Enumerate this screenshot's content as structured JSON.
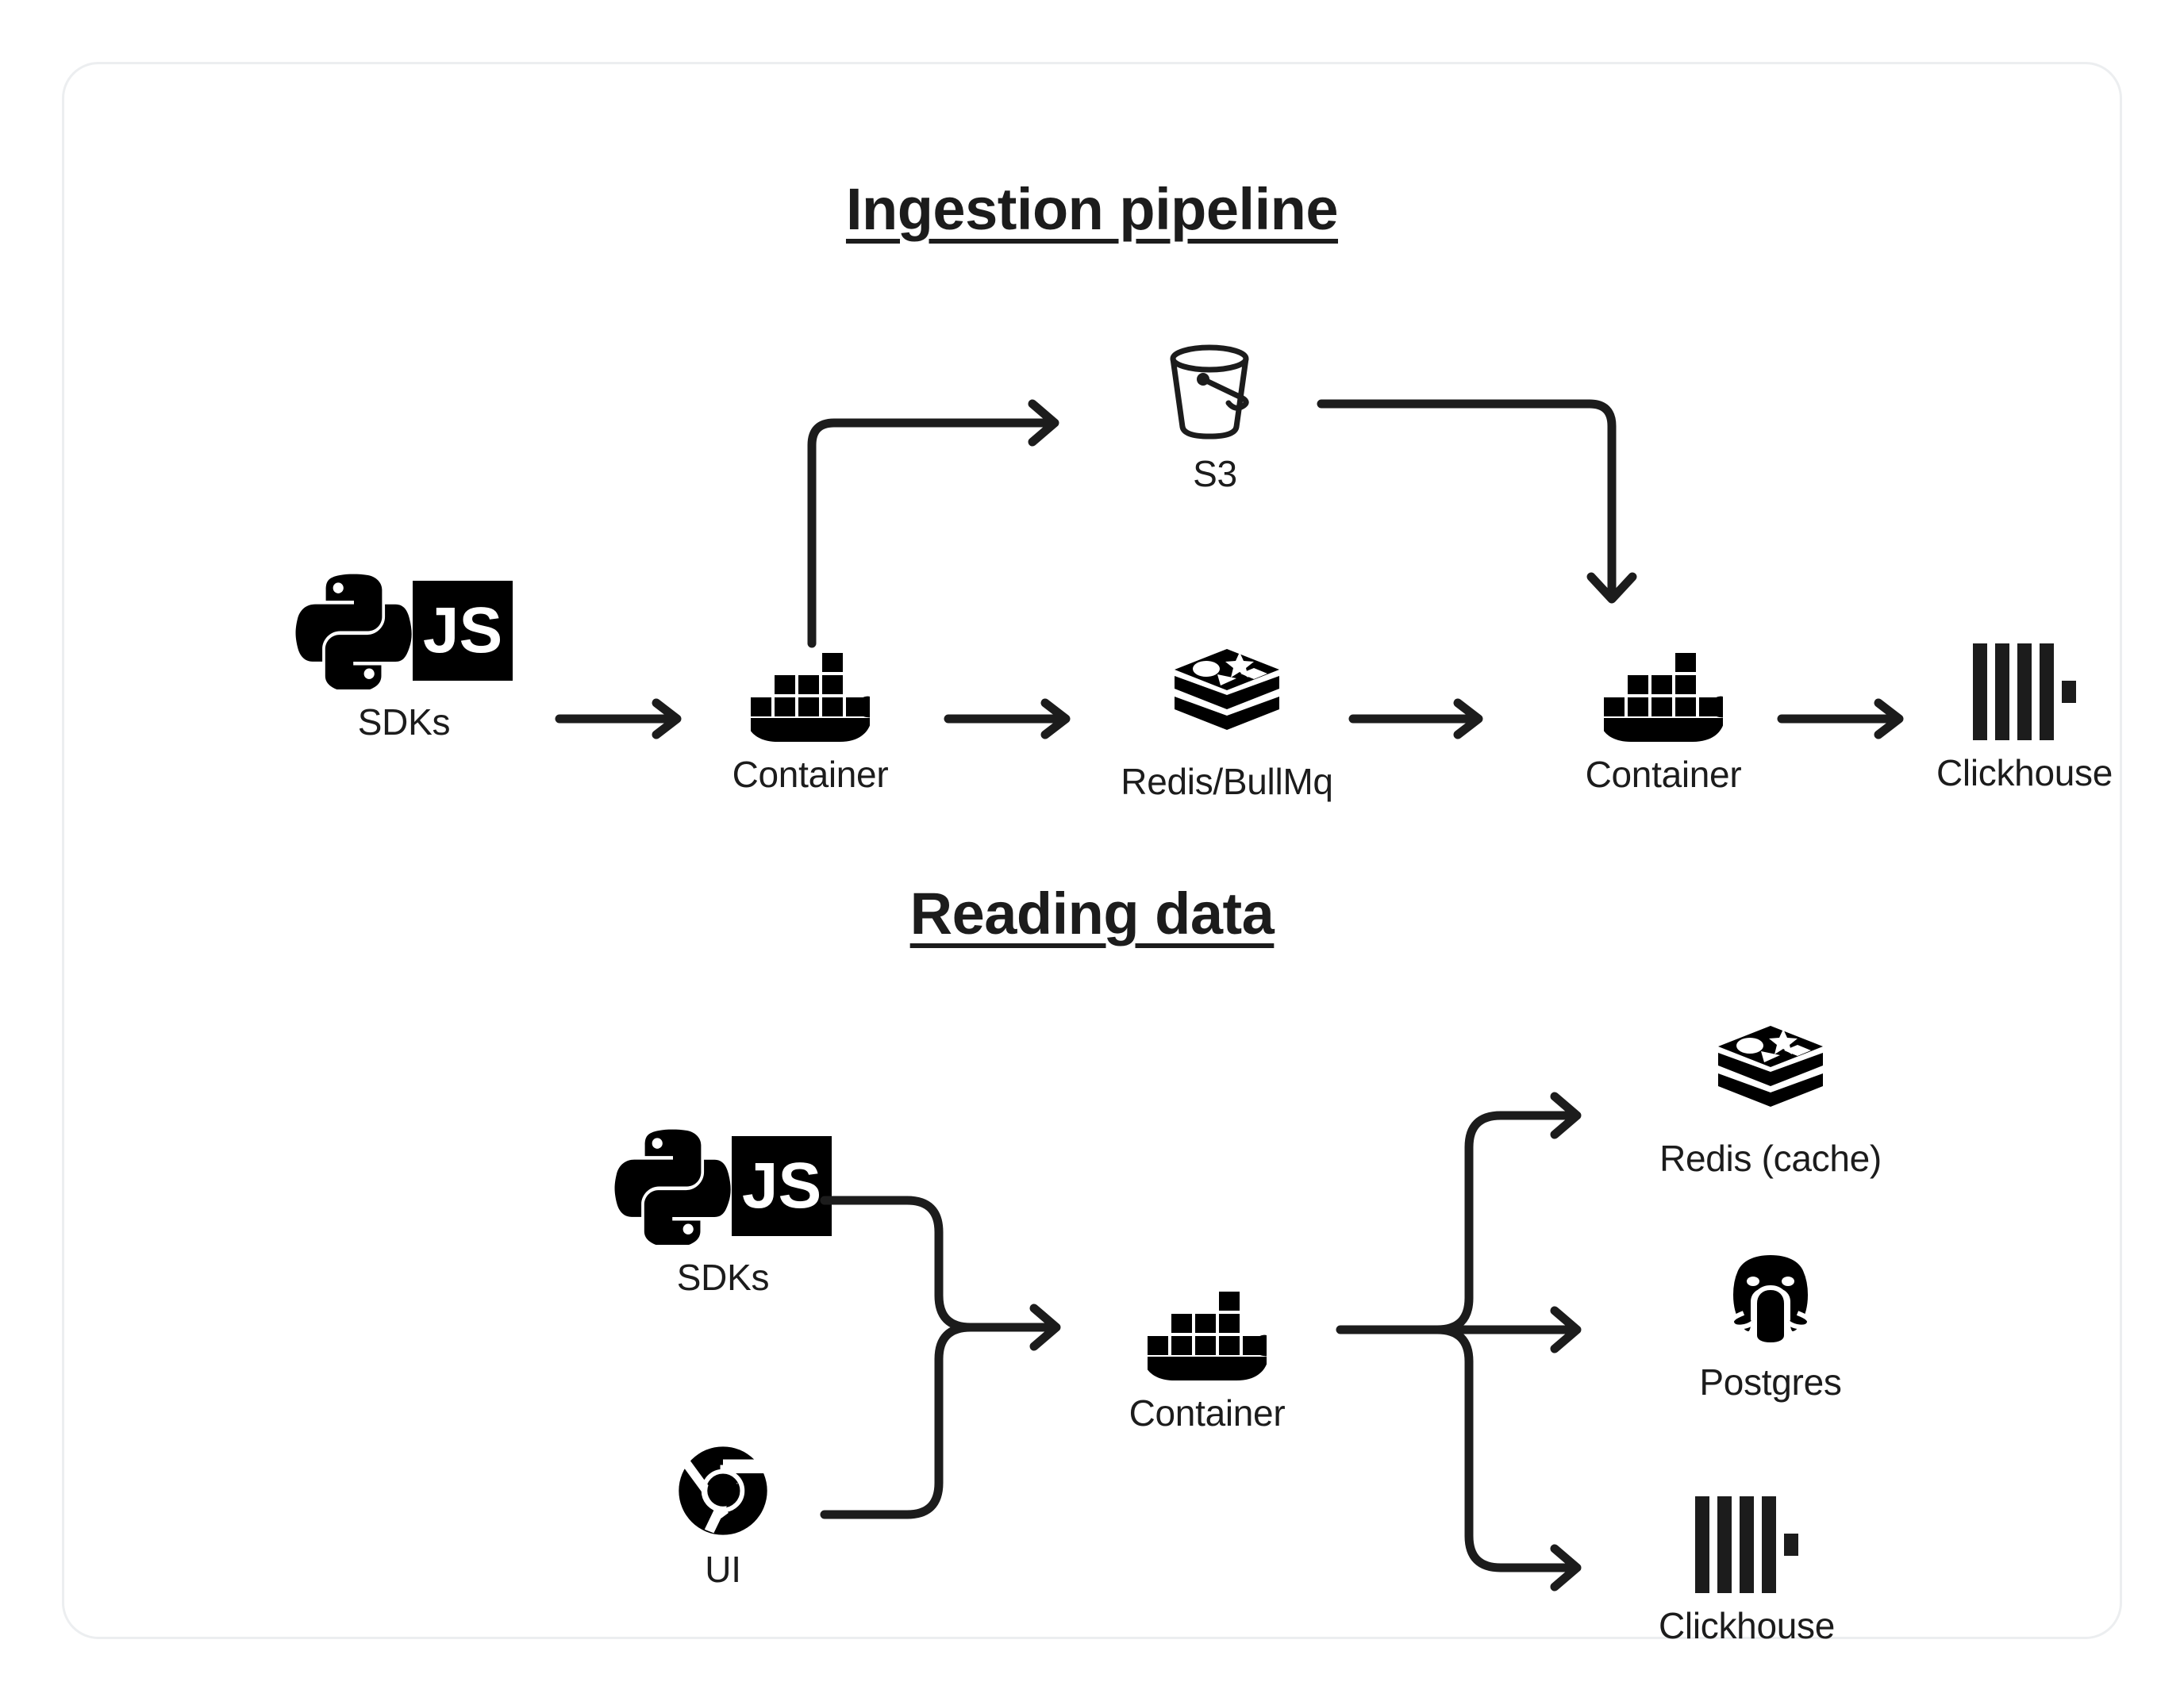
{
  "card": {
    "border_color": "#eceef0",
    "background": "#ffffff"
  },
  "ink_color": "#1c1c1c",
  "sections": [
    {
      "id": "ingestion",
      "title": "Ingestion pipeline",
      "nodes": [
        {
          "id": "sdks",
          "label": "SDKs",
          "icons": [
            "python-icon",
            "js-icon"
          ]
        },
        {
          "id": "container-1",
          "label": "Container",
          "icons": [
            "docker-icon"
          ]
        },
        {
          "id": "s3",
          "label": "S3",
          "icons": [
            "bucket-icon"
          ]
        },
        {
          "id": "redis-bullmq",
          "label": "Redis/BullMq",
          "icons": [
            "redis-icon"
          ]
        },
        {
          "id": "container-2",
          "label": "Container",
          "icons": [
            "docker-icon"
          ]
        },
        {
          "id": "clickhouse",
          "label": "Clickhouse",
          "icons": [
            "clickhouse-icon"
          ]
        }
      ],
      "edges": [
        {
          "from": "sdks",
          "to": "container-1",
          "kind": "straight-arrow"
        },
        {
          "from": "container-1",
          "to": "s3",
          "kind": "elbow-up-right-arrow"
        },
        {
          "from": "container-1",
          "to": "redis-bullmq",
          "kind": "straight-arrow"
        },
        {
          "from": "s3",
          "to": "container-2",
          "kind": "elbow-right-down-arrow"
        },
        {
          "from": "redis-bullmq",
          "to": "container-2",
          "kind": "straight-arrow"
        },
        {
          "from": "container-2",
          "to": "clickhouse",
          "kind": "straight-arrow"
        }
      ]
    },
    {
      "id": "reading",
      "title": "Reading data",
      "nodes": [
        {
          "id": "sdks-read",
          "label": "SDKs",
          "icons": [
            "python-icon",
            "js-icon"
          ]
        },
        {
          "id": "ui",
          "label": "UI",
          "icons": [
            "chrome-icon"
          ]
        },
        {
          "id": "container-read",
          "label": "Container",
          "icons": [
            "docker-icon"
          ]
        },
        {
          "id": "redis-cache",
          "label": "Redis (cache)",
          "icons": [
            "redis-icon"
          ]
        },
        {
          "id": "postgres",
          "label": "Postgres",
          "icons": [
            "postgres-icon"
          ]
        },
        {
          "id": "clickhouse-read",
          "label": "Clickhouse",
          "icons": [
            "clickhouse-icon"
          ]
        }
      ],
      "edges": [
        {
          "from": "sdks-read",
          "to": "container-read",
          "kind": "merge-arrow"
        },
        {
          "from": "ui",
          "to": "container-read",
          "kind": "merge-arrow"
        },
        {
          "from": "container-read",
          "to": "redis-cache",
          "kind": "split-up-arrow"
        },
        {
          "from": "container-read",
          "to": "postgres",
          "kind": "split-straight-arrow"
        },
        {
          "from": "container-read",
          "to": "clickhouse-read",
          "kind": "split-down-arrow"
        }
      ]
    }
  ],
  "icons": {
    "js_text": "JS"
  }
}
